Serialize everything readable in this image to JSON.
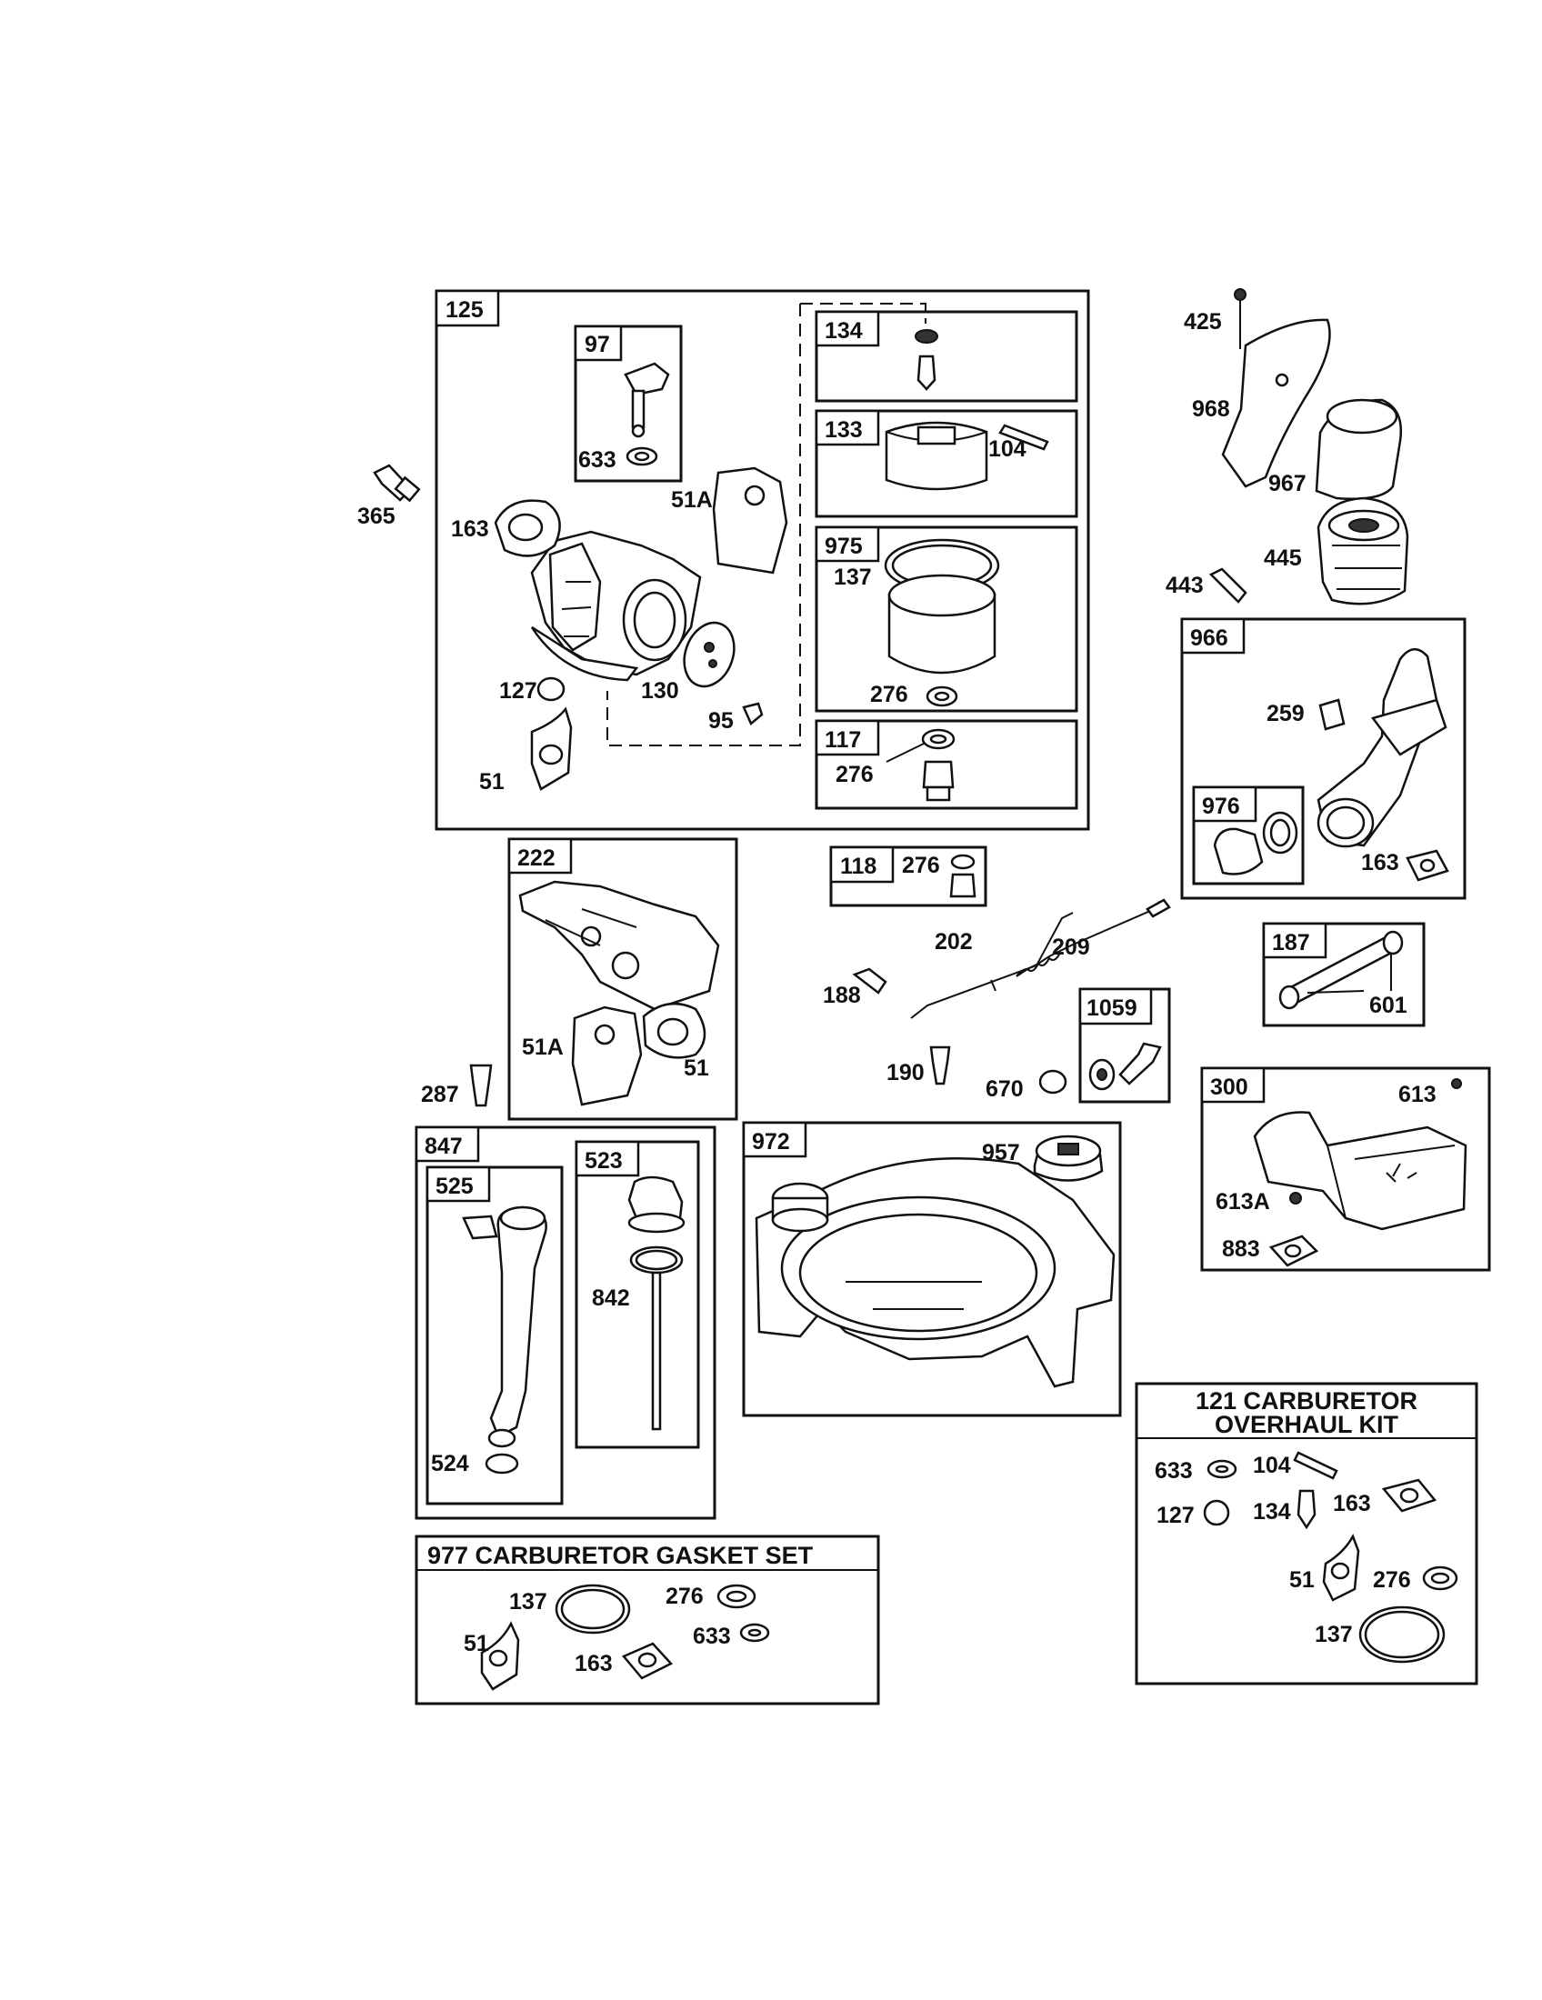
{
  "assemblies": {
    "a125": "125",
    "a134": "134",
    "a133": "133",
    "a975": "975",
    "a117": "117",
    "a97": "97",
    "a222": "222",
    "a118": "118",
    "a1059": "1059",
    "a966": "966",
    "a976": "976",
    "a187": "187",
    "a300": "300",
    "a847": "847",
    "a525": "525",
    "a523": "523",
    "a972": "972"
  },
  "parts": {
    "p633a": "633",
    "p51a_1": "51A",
    "p163_1": "163",
    "p365": "365",
    "p104_1": "104",
    "p137_1": "137",
    "p276_1": "276",
    "p130": "130",
    "p127_1": "127",
    "p95": "95",
    "p51_1": "51",
    "p276_2": "276",
    "p425": "425",
    "p968": "968",
    "p967": "967",
    "p443": "443",
    "p445": "445",
    "p259": "259",
    "p163_2": "163",
    "p276_3": "276",
    "p202": "202",
    "p209": "209",
    "p188": "188",
    "p190": "190",
    "p670": "670",
    "p601": "601",
    "p613": "613",
    "p613a": "613A",
    "p883": "883",
    "p51a_2": "51A",
    "p51_2": "51",
    "p287": "287",
    "p957": "957",
    "p842": "842",
    "p524": "524",
    "k633": "633",
    "k104": "104",
    "k127": "127",
    "k134": "134",
    "k163": "163",
    "k51": "51",
    "k276": "276",
    "k137": "137",
    "g137": "137",
    "g276": "276",
    "g51": "51",
    "g633": "633",
    "g163": "163"
  },
  "kit": {
    "title_line1": "121 CARBURETOR",
    "title_line2": "OVERHAUL KIT"
  },
  "gasket_set": {
    "title": "977 CARBURETOR  GASKET SET"
  }
}
